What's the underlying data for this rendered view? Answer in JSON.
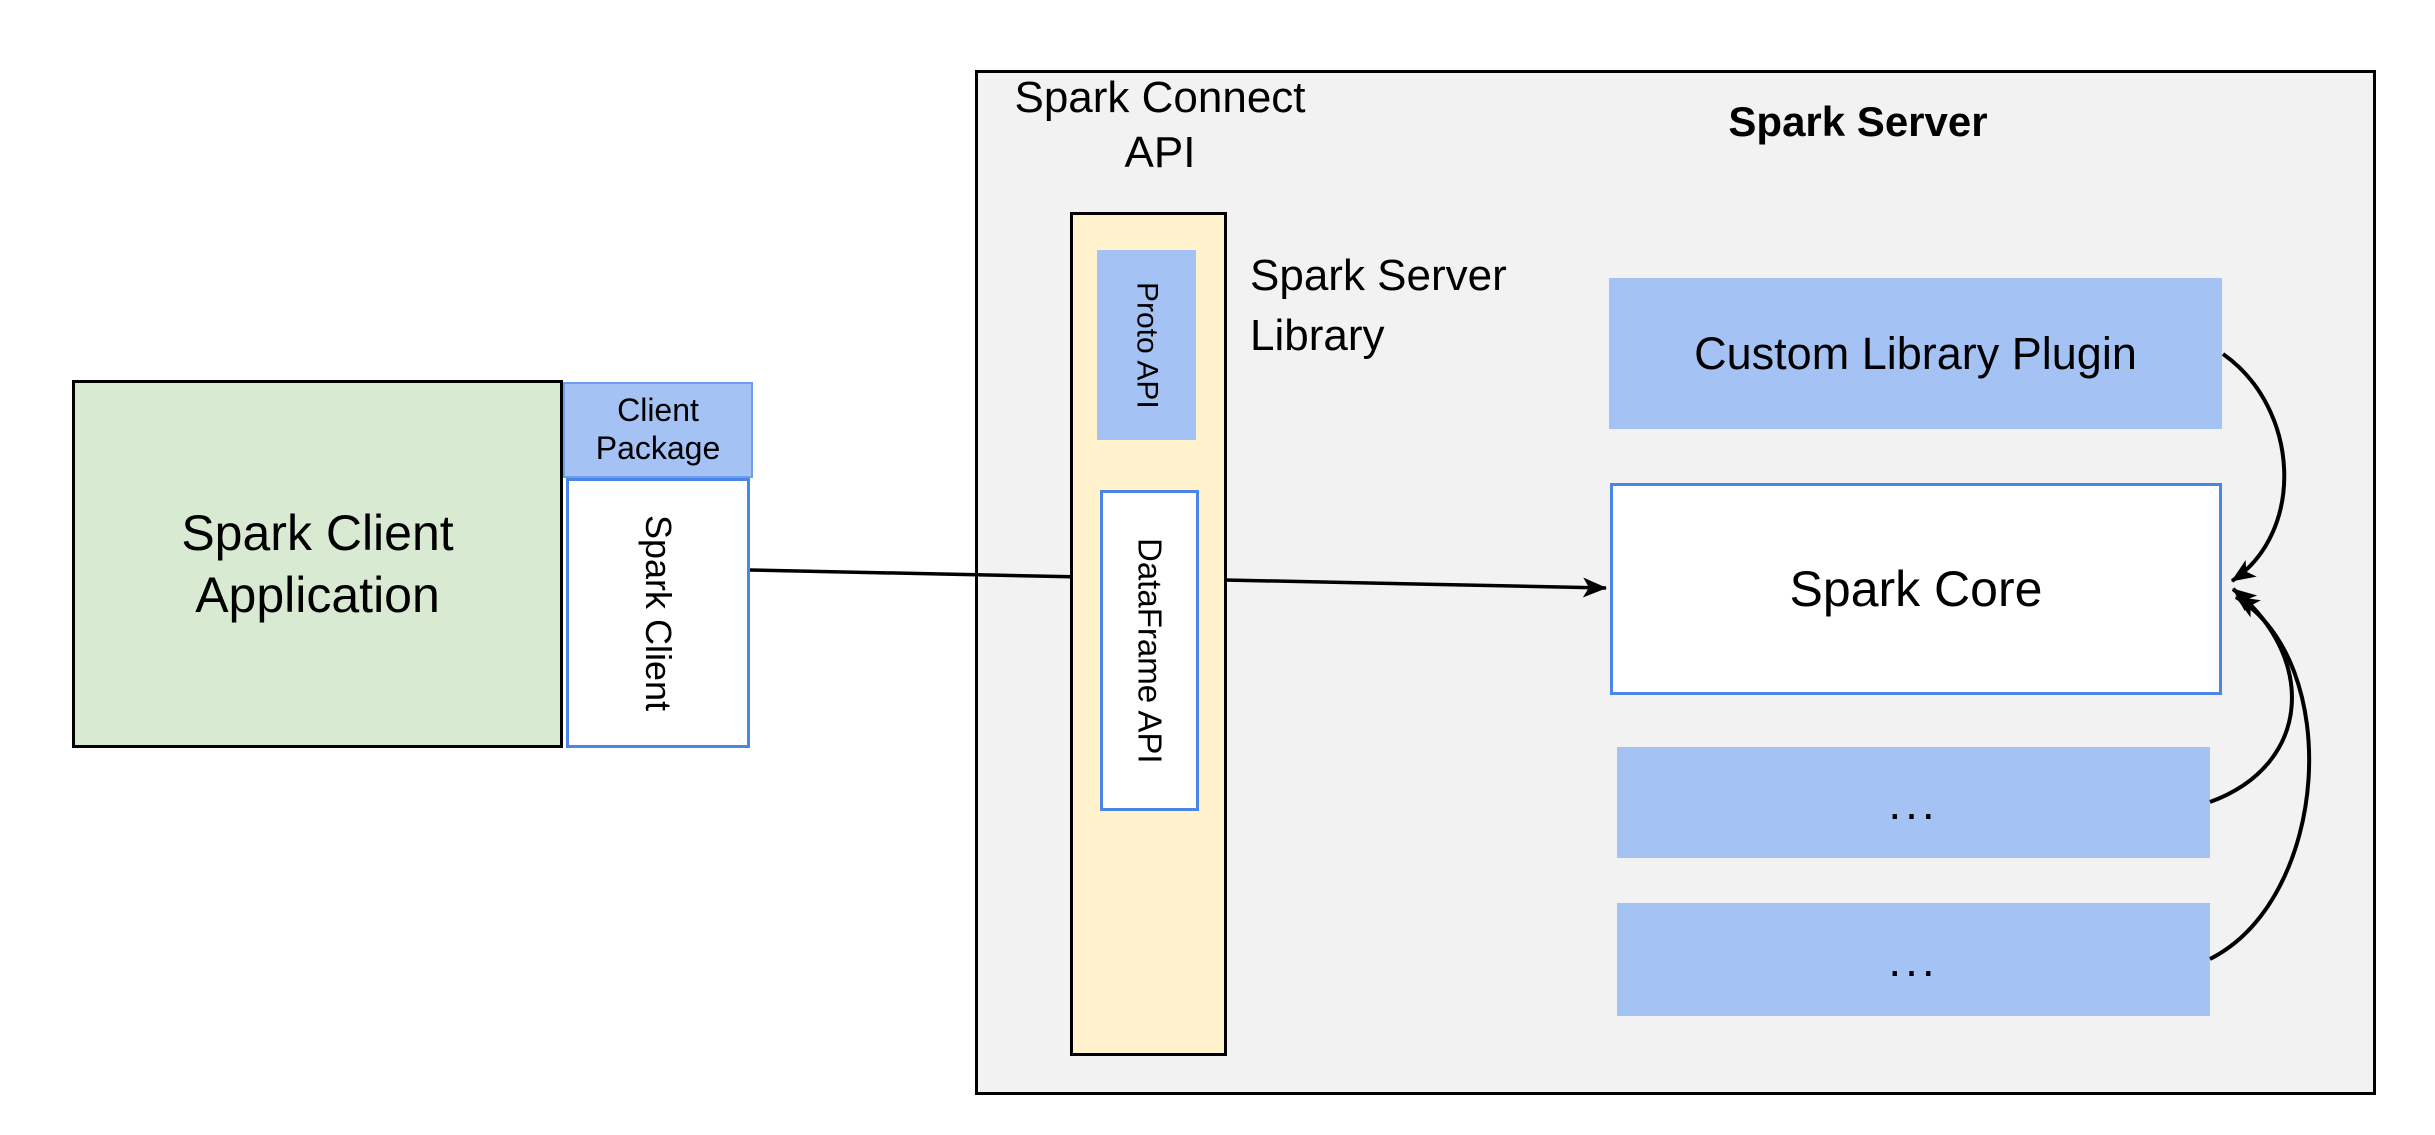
{
  "diagram": {
    "client": {
      "application_label": "Spark Client Application",
      "package_label": "Client Package",
      "spark_client_label": "Spark Client"
    },
    "spark_connect": {
      "api_label": "Spark Connect API",
      "server_library_label": "Spark Server Library",
      "proto_api_label": "Proto API",
      "dataframe_api_label": "DataFrame API"
    },
    "spark_server": {
      "title": "Spark Server",
      "custom_plugin_label": "Custom Library Plugin",
      "core_label": "Spark Core",
      "module_placeholder_top": "...",
      "module_placeholder_bottom": "..."
    },
    "colors": {
      "canvas_bg": "#ffffff",
      "panel_gray": "#f2f2f2",
      "green_fill": "#d9ead3",
      "yellow_fill": "#fff2cc",
      "blue_fill": "#a4c2f4",
      "blue_border": "#4a86e8",
      "blue_border_light": "#6d9eeb",
      "outline": "#000000",
      "arrow": "#000000"
    }
  }
}
